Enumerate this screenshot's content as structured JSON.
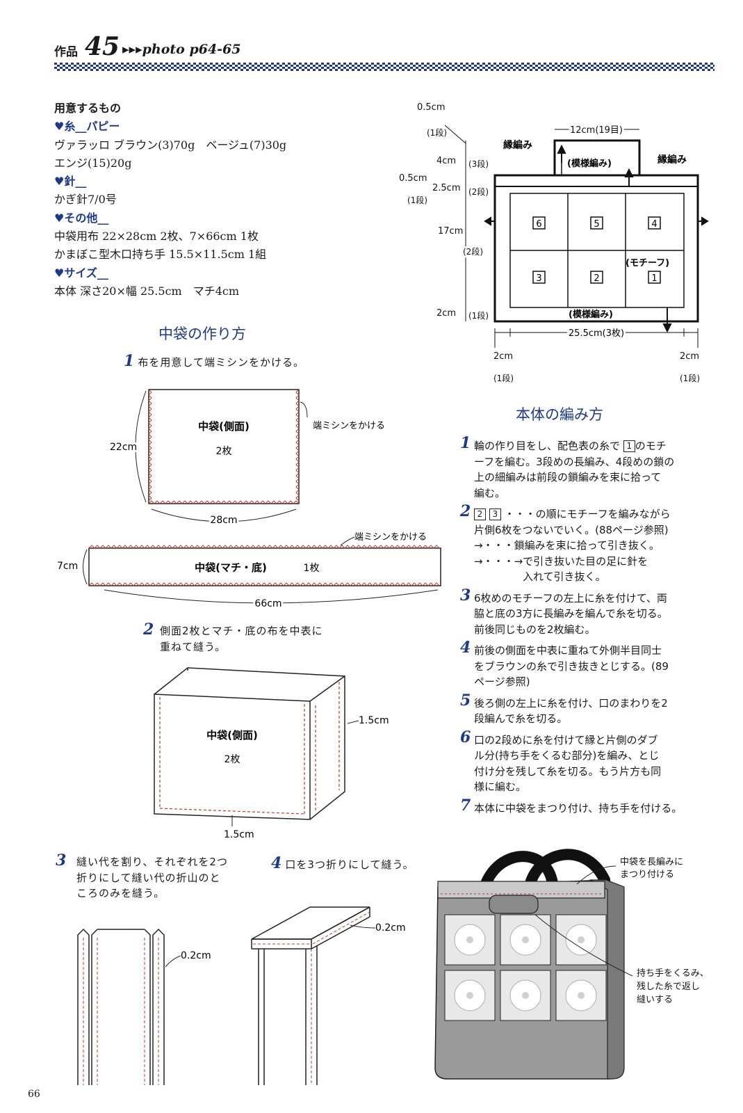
{
  "header": {
    "label": "作品",
    "number": "45",
    "photo_ref": "▸▸▸photo p64-65"
  },
  "materials": {
    "title": "用意するもの",
    "yarn_head": "♥糸__パピー",
    "yarn_line1": "ヴァラッロ ブラウン(3)70g　ベージュ(7)30g",
    "yarn_line2": "エンジ(15)20g",
    "needle_head": "♥針__",
    "needle_line": "かぎ針7/0号",
    "other_head": "♥その他__",
    "other_line1": "中袋用布 22×28cm 2枚、7×66cm 1枚",
    "other_line2": "かまぼこ型木口持ち手 15.5×11.5cm 1組",
    "size_head": "♥サイズ__",
    "size_line": "本体 深さ20×幅 25.5cm　マチ4cm"
  },
  "lining": {
    "title": "中袋の作り方",
    "step1_num": "1",
    "step1_text": "布を用意して端ミシンをかける。",
    "side_label": "中袋(側面)",
    "side_count": "2枚",
    "side_h": "22cm",
    "side_w": "28cm",
    "edge_note": "端ミシンをかける",
    "gusset_label": "中袋(マチ・底)",
    "gusset_count": "1枚",
    "gusset_h": "7cm",
    "gusset_w": "66cm",
    "edge_note2": "端ミシンをかける",
    "step2_num": "2",
    "step2_line1": "側面2枚とマチ・底の布を中表に",
    "step2_line2": "重ねて縫う。",
    "box_label": "中袋(側面)",
    "box_count": "2枚",
    "seam1": "1.5cm",
    "seam2": "1.5cm",
    "step3_num": "3",
    "step3_line1": "縫い代を割り、それぞれを2つ",
    "step3_line2": "折りにして縫い代の折山のと",
    "step3_line3": "ころのみを縫う。",
    "step3_dim": "0.2cm",
    "step4_num": "4",
    "step4_text": "口を3つ折りにして縫う。",
    "step4_dim": "0.2cm"
  },
  "chart": {
    "top_width": "12cm(19目)",
    "edge_left": "縁編み",
    "edge_right": "縁編み",
    "pattern_top": "(模様編み)",
    "pattern_bottom": "(模様編み)",
    "motif_label": "(モチーフ)",
    "motifs": [
      "6",
      "5",
      "4",
      "3",
      "2",
      "1"
    ],
    "bottom_width": "25.5cm(3枚)",
    "d05a": "0.5cm",
    "d4": "4cm",
    "d05b": "0.5cm",
    "d25": "2.5cm",
    "d17": "17cm",
    "d2": "2cm",
    "dl2": "2cm",
    "dr2": "2cm",
    "r1a": "(1段)",
    "r3": "(3段)",
    "r1b": "(1段)",
    "r2a": "(2段)",
    "r2b": "(2段)",
    "r1c": "(1段)",
    "r1d": "(1段)",
    "r1e": "(1段)"
  },
  "body": {
    "title": "本体の編み方",
    "s1_num": "1",
    "s1_pre": "輪の作り目をし、配色表の糸で",
    "s1_box": "1",
    "s1_line1": "のモチ",
    "s1_line2": "ーフを編む。3段めの長編み、4段めの鎖の",
    "s1_line3": "上の細編みは前段の鎖編みを束に拾って",
    "s1_line4": "編む。",
    "s2_num": "2",
    "s2_box_a": "2",
    "s2_box_b": "3",
    "s2_line1": "・・・の順にモチーフを編みながら",
    "s2_line2": "片側6枚をつないでいく。(88ページ参照)",
    "s2_line3": "→・・・鎖編みを束に拾って引き抜く。",
    "s2_line4": "→・・・→で引き抜いた目の足に針を",
    "s2_line5": "入れて引き抜く。",
    "s3_num": "3",
    "s3_line1": "6枚めのモチーフの左上に糸を付けて、両",
    "s3_line2": "脇と底の3方に長編みを編んで糸を切る。",
    "s3_line3": "前後同じものを2枚編む。",
    "s4_num": "4",
    "s4_line1": "前後の側面を中表に重ねて外側半目同士",
    "s4_line2": "をブラウンの糸で引き抜きとじする。(89",
    "s4_line3": "ページ参照)",
    "s5_num": "5",
    "s5_line1": "後ろ側の左上に糸を付け、口のまわりを2",
    "s5_line2": "段編んで糸を切る。",
    "s6_num": "6",
    "s6_line1": "口の2段めに糸を付けて縁と片側のダブ",
    "s6_line2": "ル分(持ち手をくるむ部分)を編み、とじ",
    "s6_line3": "付け分を残して糸を切る。もう片方も同",
    "s6_line4": "様に編む。",
    "s7_num": "7",
    "s7_text": "本体に中袋をまつり付け、持ち手を付ける。"
  },
  "bag": {
    "note1_line1": "中袋を長編みに",
    "note1_line2": "まつり付ける",
    "note2_line1": "持ち手をくるみ、",
    "note2_line2": "残した糸で返し",
    "note2_line3": "縫いする"
  },
  "footer": {
    "page": "66"
  },
  "colors": {
    "accent": "#1d3a8a",
    "stitch": "#c0392b",
    "bag_gray": "#9a9a9a"
  }
}
